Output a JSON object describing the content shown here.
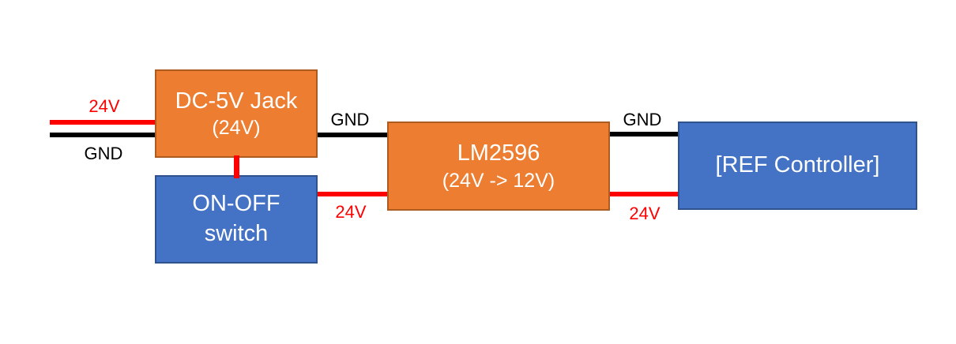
{
  "diagram": {
    "blocks": [
      {
        "id": "dc-jack",
        "line1": "DC-5V Jack",
        "line2": "(24V)",
        "fill": "#ED7D31",
        "border": "#AD5C21"
      },
      {
        "id": "on-off-switch",
        "line1": "ON-OFF",
        "line2": "switch",
        "fill": "#4472C4",
        "border": "#2F528F"
      },
      {
        "id": "lm2596",
        "line1": "LM2596",
        "line2": "(24V -> 12V)",
        "fill": "#ED7D31",
        "border": "#AD5C21"
      },
      {
        "id": "ref-controller",
        "line1": "[REF Controller]",
        "line2": "",
        "fill": "#4472C4",
        "border": "#2F528F"
      }
    ],
    "wire_labels": {
      "left_24v": "24V",
      "left_gnd": "GND",
      "mid_gnd": "GND",
      "mid_24v": "24V",
      "right_gnd": "GND",
      "right_24v": "24V"
    },
    "colors": {
      "positive_wire": "#FF0000",
      "ground_wire": "#000000",
      "orange_block": "#ED7D31",
      "blue_block": "#4472C4"
    }
  }
}
